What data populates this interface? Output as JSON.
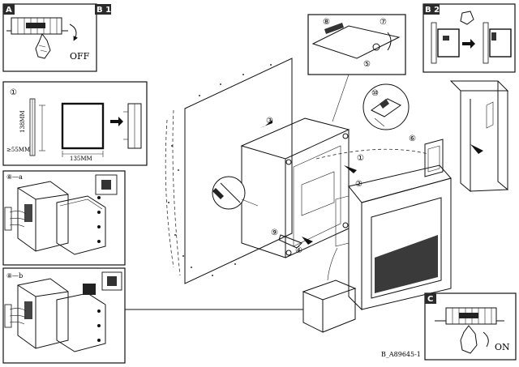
{
  "panels": {
    "a": {
      "tag": "A",
      "switch_label": "OFF"
    },
    "b1": {
      "tag": "B 1"
    },
    "b2": {
      "tag": "B 2"
    },
    "c": {
      "tag": "C",
      "switch_label": "ON"
    },
    "step1": {
      "number": "①",
      "height_dim": "138MM",
      "depth_dim": "≥55MM",
      "width_dim": "135MM"
    },
    "step8a": {
      "label": "⑧—a"
    },
    "step8b": {
      "label": "⑧—b"
    }
  },
  "callouts": [
    "①",
    "②",
    "③",
    "④",
    "⑤",
    "⑥",
    "⑦",
    "⑧",
    "⑨",
    "⑩"
  ],
  "doc_code": "B_A89645-1",
  "colors": {
    "ink": "#111111",
    "tag_fill": "#2b2b2b",
    "paper": "#ffffff"
  }
}
